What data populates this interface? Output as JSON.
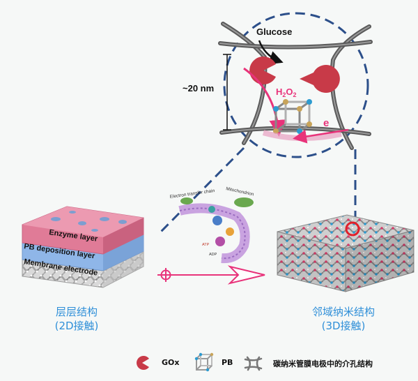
{
  "zoom": {
    "glucose": "Glucose",
    "h2o2": "H",
    "h2o2_sub1": "2",
    "h2o2_o": "O",
    "h2o2_sub2": "2",
    "electron": "e",
    "scale": "~20 nm"
  },
  "layers2d": {
    "enzyme": "Enzyme layer",
    "pb": "PB deposition layer",
    "membrane": "Membrane electrode"
  },
  "cell": {
    "etc": "Electron transfer chain",
    "mito": "Mitochondrion",
    "atp": "ATP",
    "adp": "ADP"
  },
  "captions": {
    "left_line1": "层层结构",
    "left_line2": "(2D接触)",
    "right_line1": "邻域纳米结构",
    "right_line2": "(3D接触)"
  },
  "legend": {
    "gox": "GOx",
    "pb": "PB",
    "cnt": "碳纳米管膜电极中的介孔结构"
  },
  "colors": {
    "dashed_blue": "#2c4f8a",
    "caption_blue": "#2f8fd8",
    "enzyme_pink": "#e07b97",
    "pb_blue": "#8fb6e8",
    "arrow_magenta": "#e8337a",
    "gox_red": "#c83a48"
  }
}
